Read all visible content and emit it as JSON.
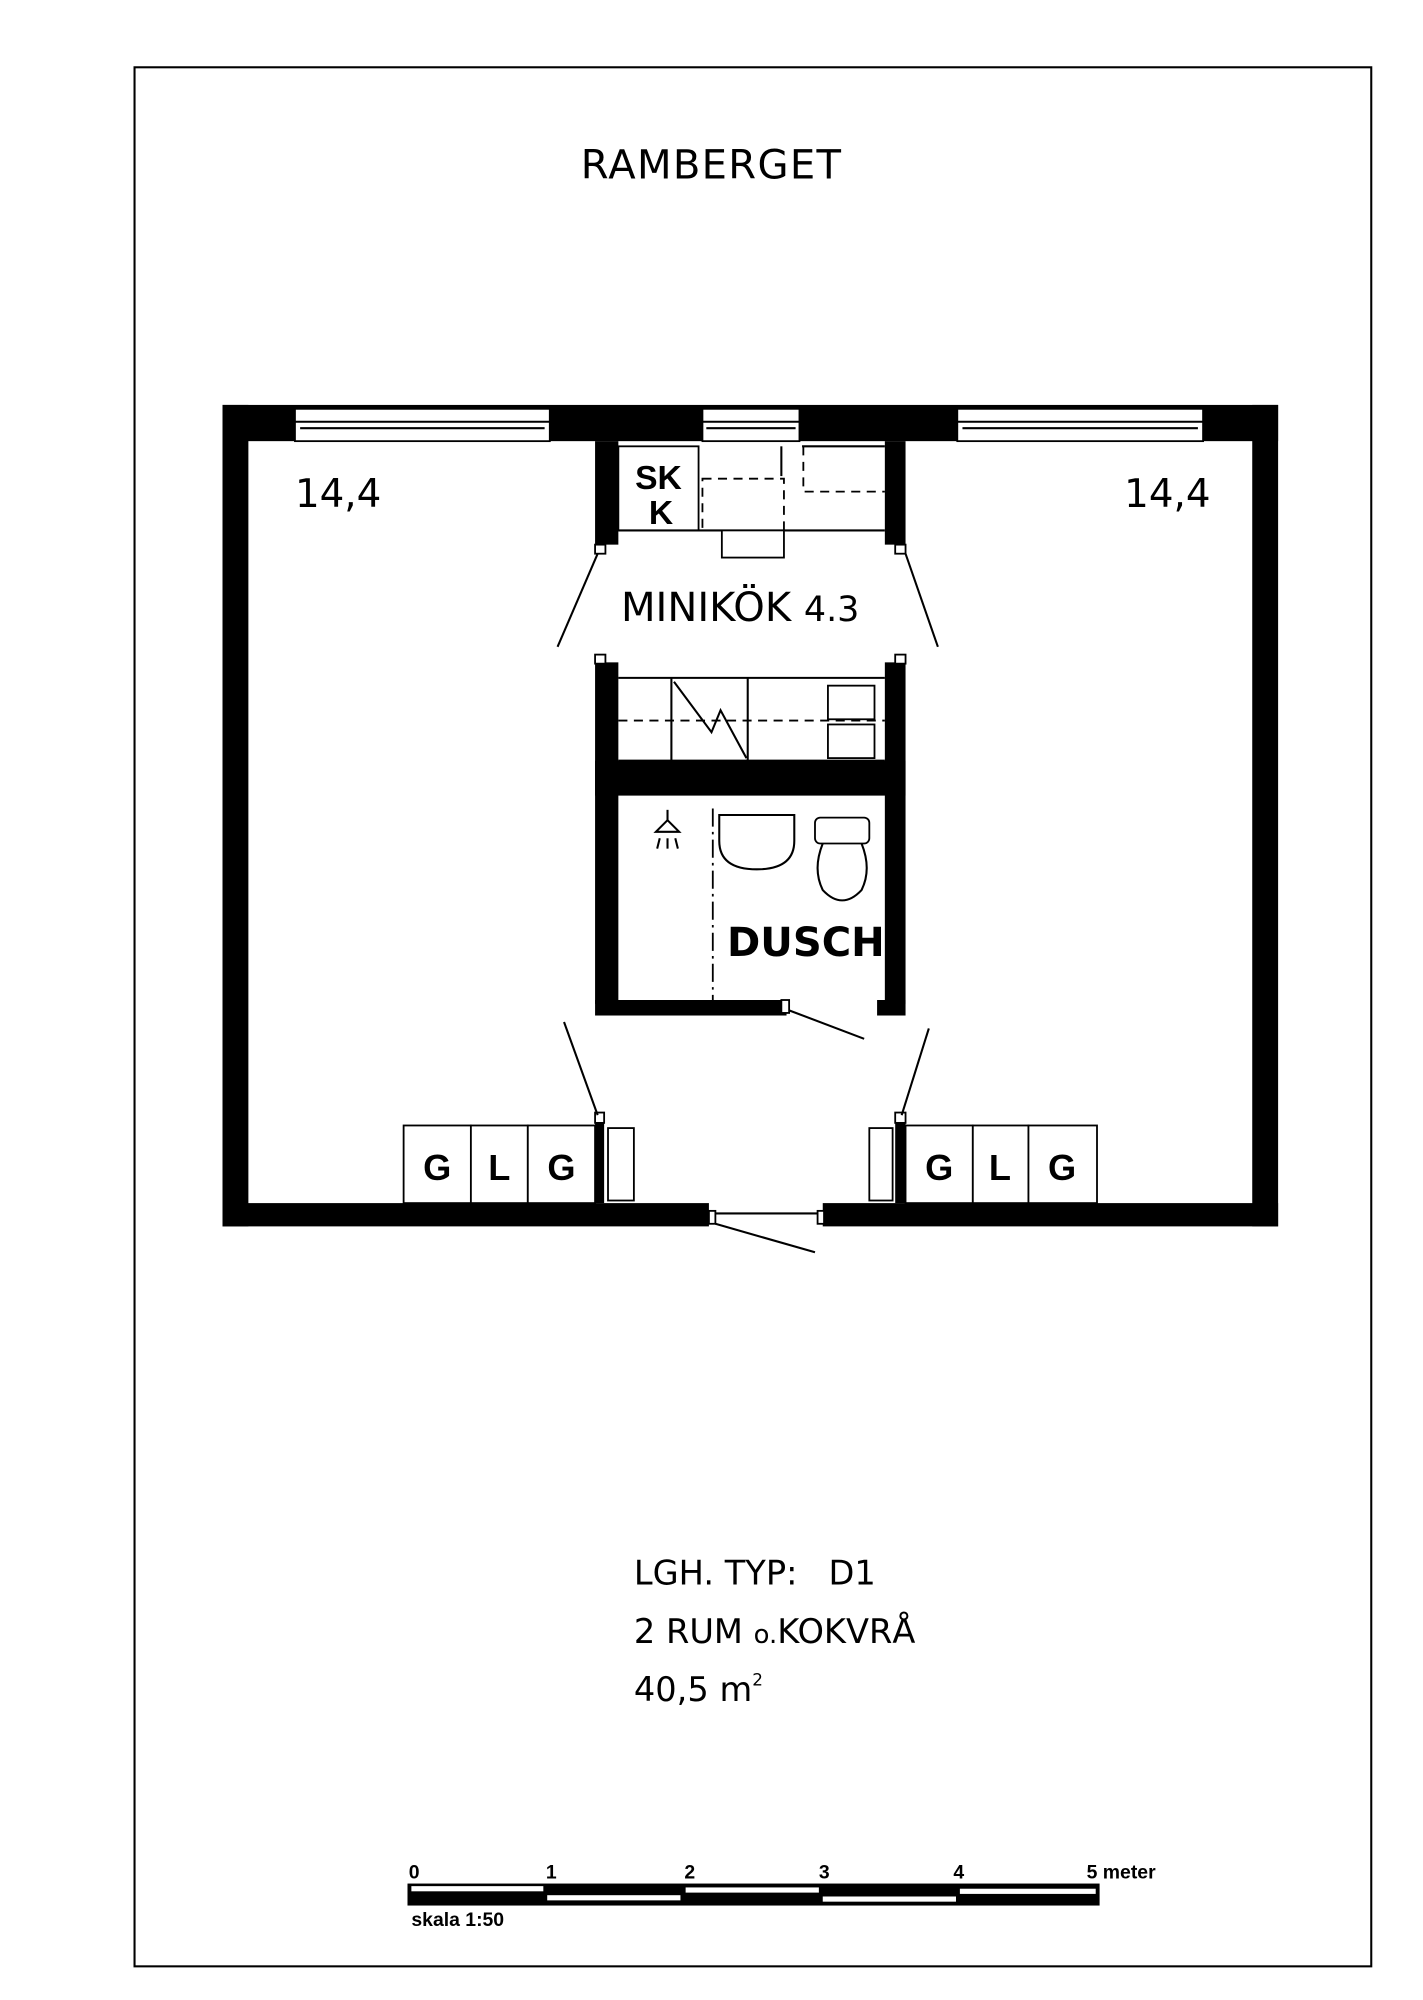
{
  "title": "RAMBERGET",
  "rooms": {
    "left_room_area": "14,4",
    "right_room_area": "14,4",
    "kitchen": "MINIKÖK",
    "kitchen_area": "4.3",
    "closet_top": "SK",
    "closet_bottom": "K",
    "bathroom": "DUSCH",
    "wardrobes_left": [
      "G",
      "L",
      "G"
    ],
    "wardrobes_right": [
      "G",
      "L",
      "G"
    ]
  },
  "info": {
    "type_label": "LGH. TYP:",
    "type_value": "D1",
    "rooms": "2 RUM",
    "rooms_suffix": "o.",
    "kitchen_nook": "KOKVRÅ",
    "area": "40,5",
    "area_unit": "m",
    "area_exp": "2"
  },
  "scale_bar": {
    "ticks": [
      "0",
      "1",
      "2",
      "3",
      "4",
      "5 meter"
    ],
    "label": "skala 1:50"
  }
}
